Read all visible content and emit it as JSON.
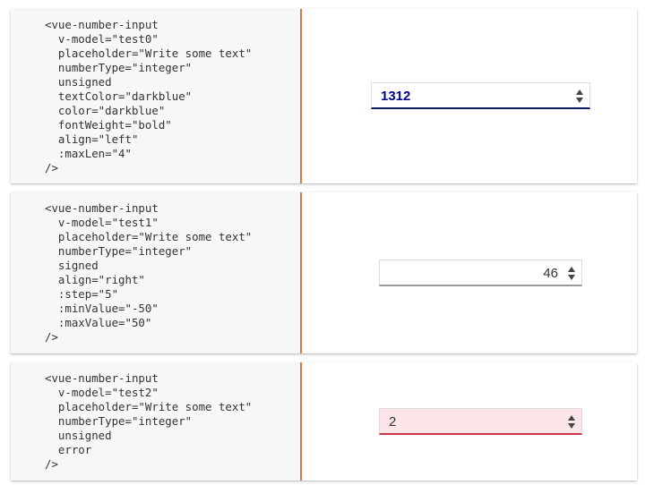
{
  "examples": [
    {
      "code": "<vue-number-input\n  v-model=\"test0\"\n  placeholder=\"Write some text\"\n  numberType=\"integer\"\n  unsigned\n  textColor=\"darkblue\"\n  color=\"darkblue\"\n  fontWeight=\"bold\"\n  align=\"left\"\n  :maxLen=\"4\"\n/>",
      "value": "1312",
      "placeholder": "Write some text"
    },
    {
      "code": "<vue-number-input\n  v-model=\"test1\"\n  placeholder=\"Write some text\"\n  numberType=\"integer\"\n  signed\n  align=\"right\"\n  :step=\"5\"\n  :minValue=\"-50\"\n  :maxValue=\"50\"\n/>",
      "value": "46",
      "placeholder": "Write some text"
    },
    {
      "code": "<vue-number-input\n  v-model=\"test2\"\n  placeholder=\"Write some text\"\n  numberType=\"integer\"\n  unsigned\n  error\n/>",
      "value": "2",
      "placeholder": "Write some text"
    }
  ],
  "colors": {
    "code_background": "#f7f7f7",
    "divider_accent": "#e0753f",
    "darkblue_text": "#00008b",
    "error_background": "#fbe5e8",
    "error_underline": "#c8384b"
  },
  "icons": {
    "spinner_up": "caret-up-icon",
    "spinner_down": "caret-down-icon"
  }
}
